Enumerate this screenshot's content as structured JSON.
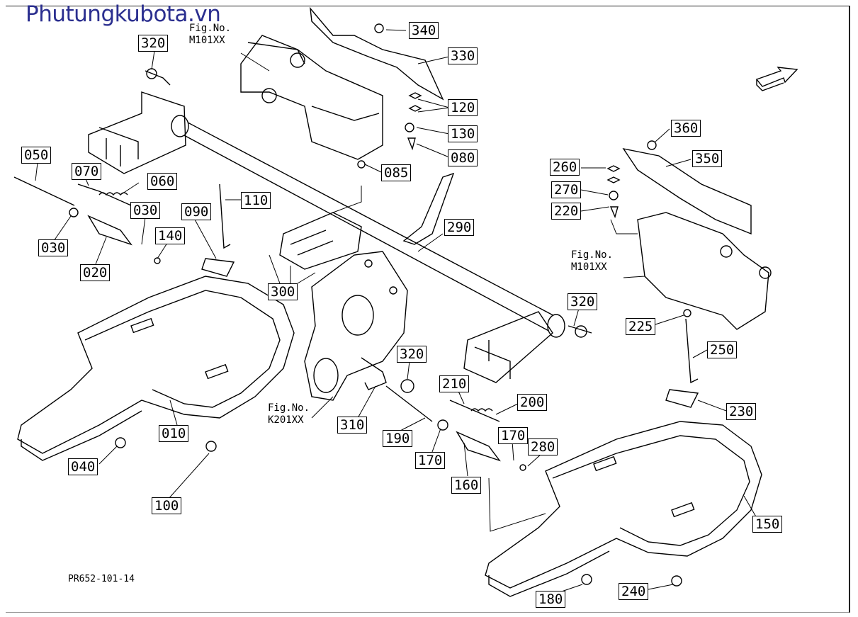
{
  "watermark": "Phutungkubota.vn",
  "drawing_code": "PR652-101-14",
  "fig_refs": [
    {
      "id": "fig-m101-left",
      "line1": "Fig.No.",
      "line2": "M101XX"
    },
    {
      "id": "fig-m101-right",
      "line1": "Fig.No.",
      "line2": "M101XX"
    },
    {
      "id": "fig-k201",
      "line1": "Fig.No.",
      "line2": "K201XX"
    }
  ],
  "part_labels": [
    "320",
    "340",
    "330",
    "120",
    "130",
    "080",
    "085",
    "050",
    "070",
    "060",
    "030",
    "030",
    "090",
    "110",
    "140",
    "020",
    "300",
    "290",
    "360",
    "350",
    "260",
    "270",
    "220",
    "320",
    "225",
    "250",
    "320",
    "210",
    "200",
    "190",
    "310",
    "170",
    "170",
    "280",
    "160",
    "230",
    "010",
    "040",
    "100",
    "150",
    "180",
    "240"
  ]
}
